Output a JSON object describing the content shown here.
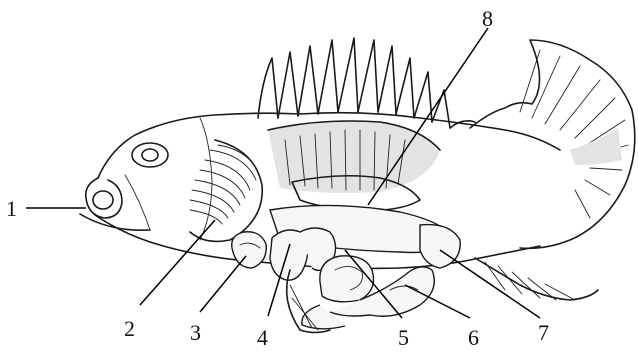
{
  "figure": {
    "subject": "fish-internal-anatomy",
    "labels": [
      {
        "id": "1",
        "text": "1"
      },
      {
        "id": "2",
        "text": "2"
      },
      {
        "id": "3",
        "text": "3"
      },
      {
        "id": "4",
        "text": "4"
      },
      {
        "id": "5",
        "text": "5"
      },
      {
        "id": "6",
        "text": "6"
      },
      {
        "id": "7",
        "text": "7"
      },
      {
        "id": "8",
        "text": "8"
      }
    ]
  }
}
